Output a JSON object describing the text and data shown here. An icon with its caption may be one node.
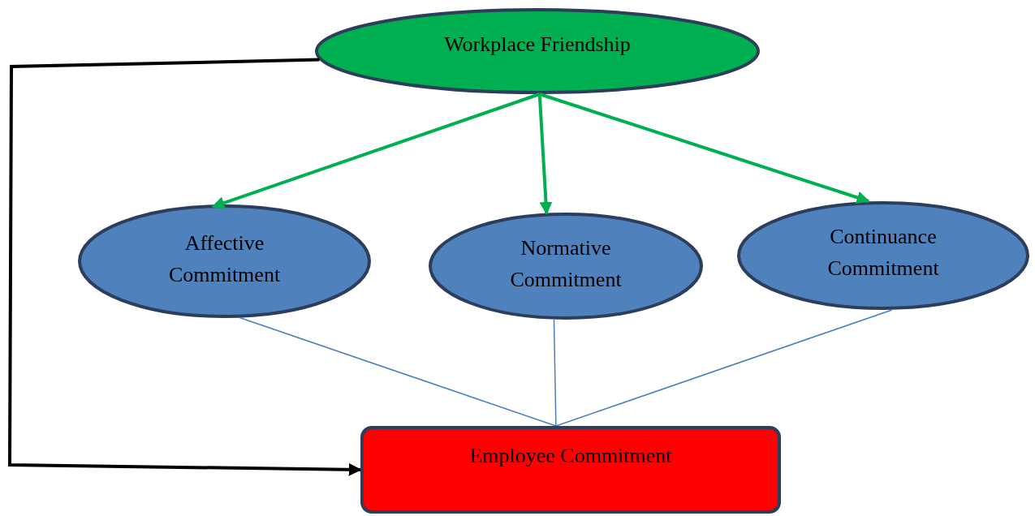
{
  "diagram": {
    "nodes": [
      {
        "text": [
          "Workplace Friendship"
        ]
      },
      {
        "text": [
          "Affective Commitment"
        ]
      },
      {
        "text": [
          "Normative Commitment"
        ]
      },
      {
        "text": [
          "Continuance Commitment"
        ]
      },
      {
        "text": [
          "Employee Commitment"
        ]
      }
    ],
    "edges": [
      {
        "from": 0,
        "to": 1,
        "arrow": "to",
        "color": "#00b050"
      },
      {
        "from": 0,
        "to": 2,
        "arrow": "to",
        "color": "#00b050"
      },
      {
        "from": 0,
        "to": 3,
        "arrow": "to",
        "color": "#00b050"
      },
      {
        "from": 1,
        "to": 4,
        "arrow": "none",
        "color": "#4a7ebb"
      },
      {
        "from": 2,
        "to": 4,
        "arrow": "none",
        "color": "#4a7ebb"
      },
      {
        "from": 3,
        "to": 4,
        "arrow": "none",
        "color": "#4a7ebb"
      },
      {
        "from": 0,
        "to": 4,
        "arrow": "to",
        "color": "#000000"
      }
    ]
  }
}
